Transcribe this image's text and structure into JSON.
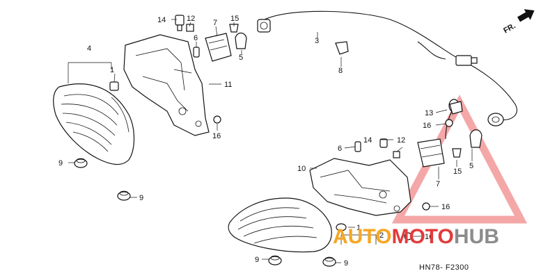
{
  "diagram": {
    "reference_code": "HN78- F2300",
    "direction_label": "FR.",
    "callouts": [
      "14",
      "12",
      "7",
      "15",
      "6",
      "4",
      "1",
      "11",
      "3",
      "5",
      "8",
      "16",
      "13",
      "16",
      "14",
      "6",
      "12",
      "10",
      "15",
      "5",
      "7",
      "16",
      "1",
      "2",
      "16",
      "9",
      "9",
      "9",
      "9"
    ]
  },
  "watermark": {
    "brand_part1": "AUTO",
    "brand_part2": "MOTO",
    "brand_part3": "HUB",
    "color_orange": "#f5a623",
    "color_red": "#e23b3b",
    "color_gray": "#8c8c8c"
  }
}
